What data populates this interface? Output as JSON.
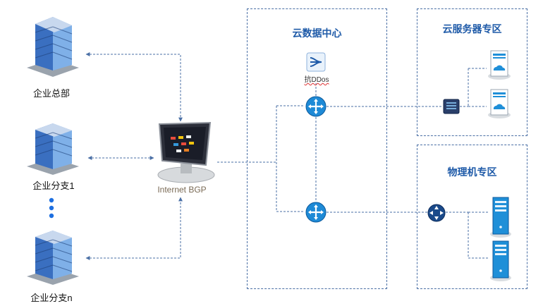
{
  "branches": [
    {
      "label": "企业总部",
      "icon": "office-building-icon"
    },
    {
      "label": "企业分支1",
      "icon": "office-building-icon"
    },
    {
      "label": "企业分支n",
      "icon": "office-building-icon"
    }
  ],
  "internet": {
    "label": "Internet BGP",
    "icon": "monitor-icon"
  },
  "datacenter": {
    "title": "云数据中心",
    "ddos_label": "抗DDos"
  },
  "cloud_zone": {
    "title": "云服务器专区"
  },
  "physical_zone": {
    "title": "物理机专区"
  },
  "colors": {
    "accent": "#1e5aa8",
    "line": "#4a6fa5",
    "router": "#1e8ad6",
    "server": "#1f8fd8"
  }
}
